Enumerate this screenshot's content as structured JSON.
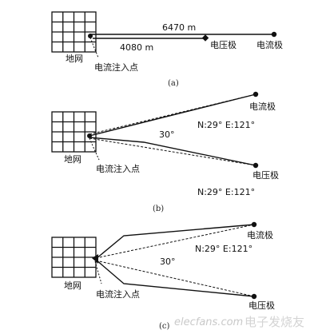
{
  "panel_a": {
    "dist_current": "6470 m",
    "dist_voltage": "4080 m",
    "label_voltage": "电压极",
    "label_current": "电流极",
    "label_grid": "地网",
    "label_injection": "电流注入点",
    "caption": "(a)"
  },
  "panel_b": {
    "label_current": "电流极",
    "label_voltage": "电压极",
    "angle": "30°",
    "coords_upper": "N:29° E:121°",
    "coords_lower": "N:29° E:121°",
    "label_grid": "地网",
    "label_injection": "电流注入点",
    "caption": "(b)"
  },
  "panel_c": {
    "label_current": "电流极",
    "label_voltage": "电压极",
    "angle": "30°",
    "coords": "N:29° E:121°",
    "label_grid": "地网",
    "label_injection": "电流注入点",
    "caption": "(c)"
  },
  "watermark": {
    "site": "elecfans.com",
    "brand": "电子发烧友"
  }
}
